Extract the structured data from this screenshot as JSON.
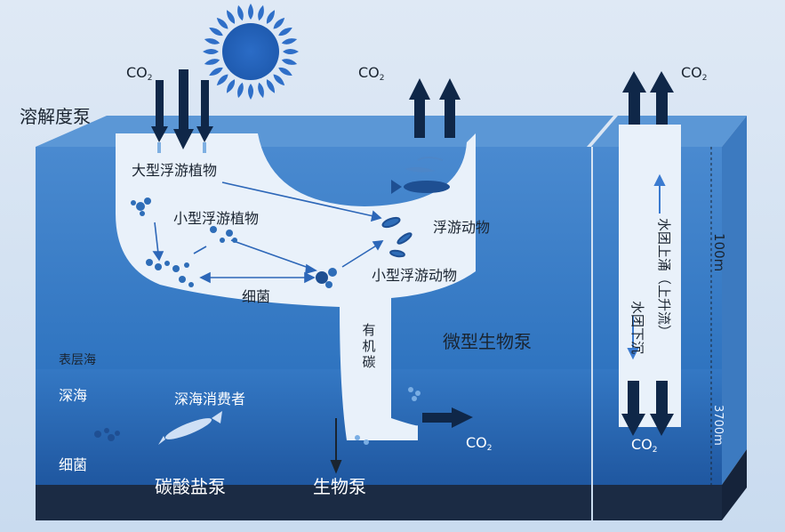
{
  "colors": {
    "sky": "#d7e4f3",
    "surface": "#2f74c0",
    "top_face": "#4d8ed2",
    "deep": "#2462ab",
    "floor": "#1b2b44",
    "pump": "#e9f1fa",
    "arrow_dark": "#0f2748",
    "sun": "#2f6fc8"
  },
  "labels": {
    "solubility_pump": "溶解度泵",
    "large_phyto": "大型浮游植物",
    "small_phyto": "小型浮游植物",
    "zooplankton": "浮游动物",
    "small_zoo": "小型浮游动物",
    "bacteria_mid": "细菌",
    "microbial_pump": "微型生物泵",
    "organic_carbon": "有机碳",
    "surface_ocean": "表层海",
    "deep_sea": "深海",
    "deep_consumer": "深海消费者",
    "bacteria_bottom": "细菌",
    "carbonate_pump": "碳酸盐泵",
    "bio_pump": "生物泵",
    "downwelling": "水团下沉",
    "upwelling": "水团上涌（上升流）",
    "depth_100": "100m",
    "depth_3700": "3700m"
  },
  "co2": {
    "main": "CO",
    "sub": "2"
  },
  "icons": [
    "sun-icon",
    "co2-arrow-icon",
    "phytoplankton-icon",
    "fish-icon",
    "bacteria-icon",
    "deep-consumer-icon"
  ]
}
